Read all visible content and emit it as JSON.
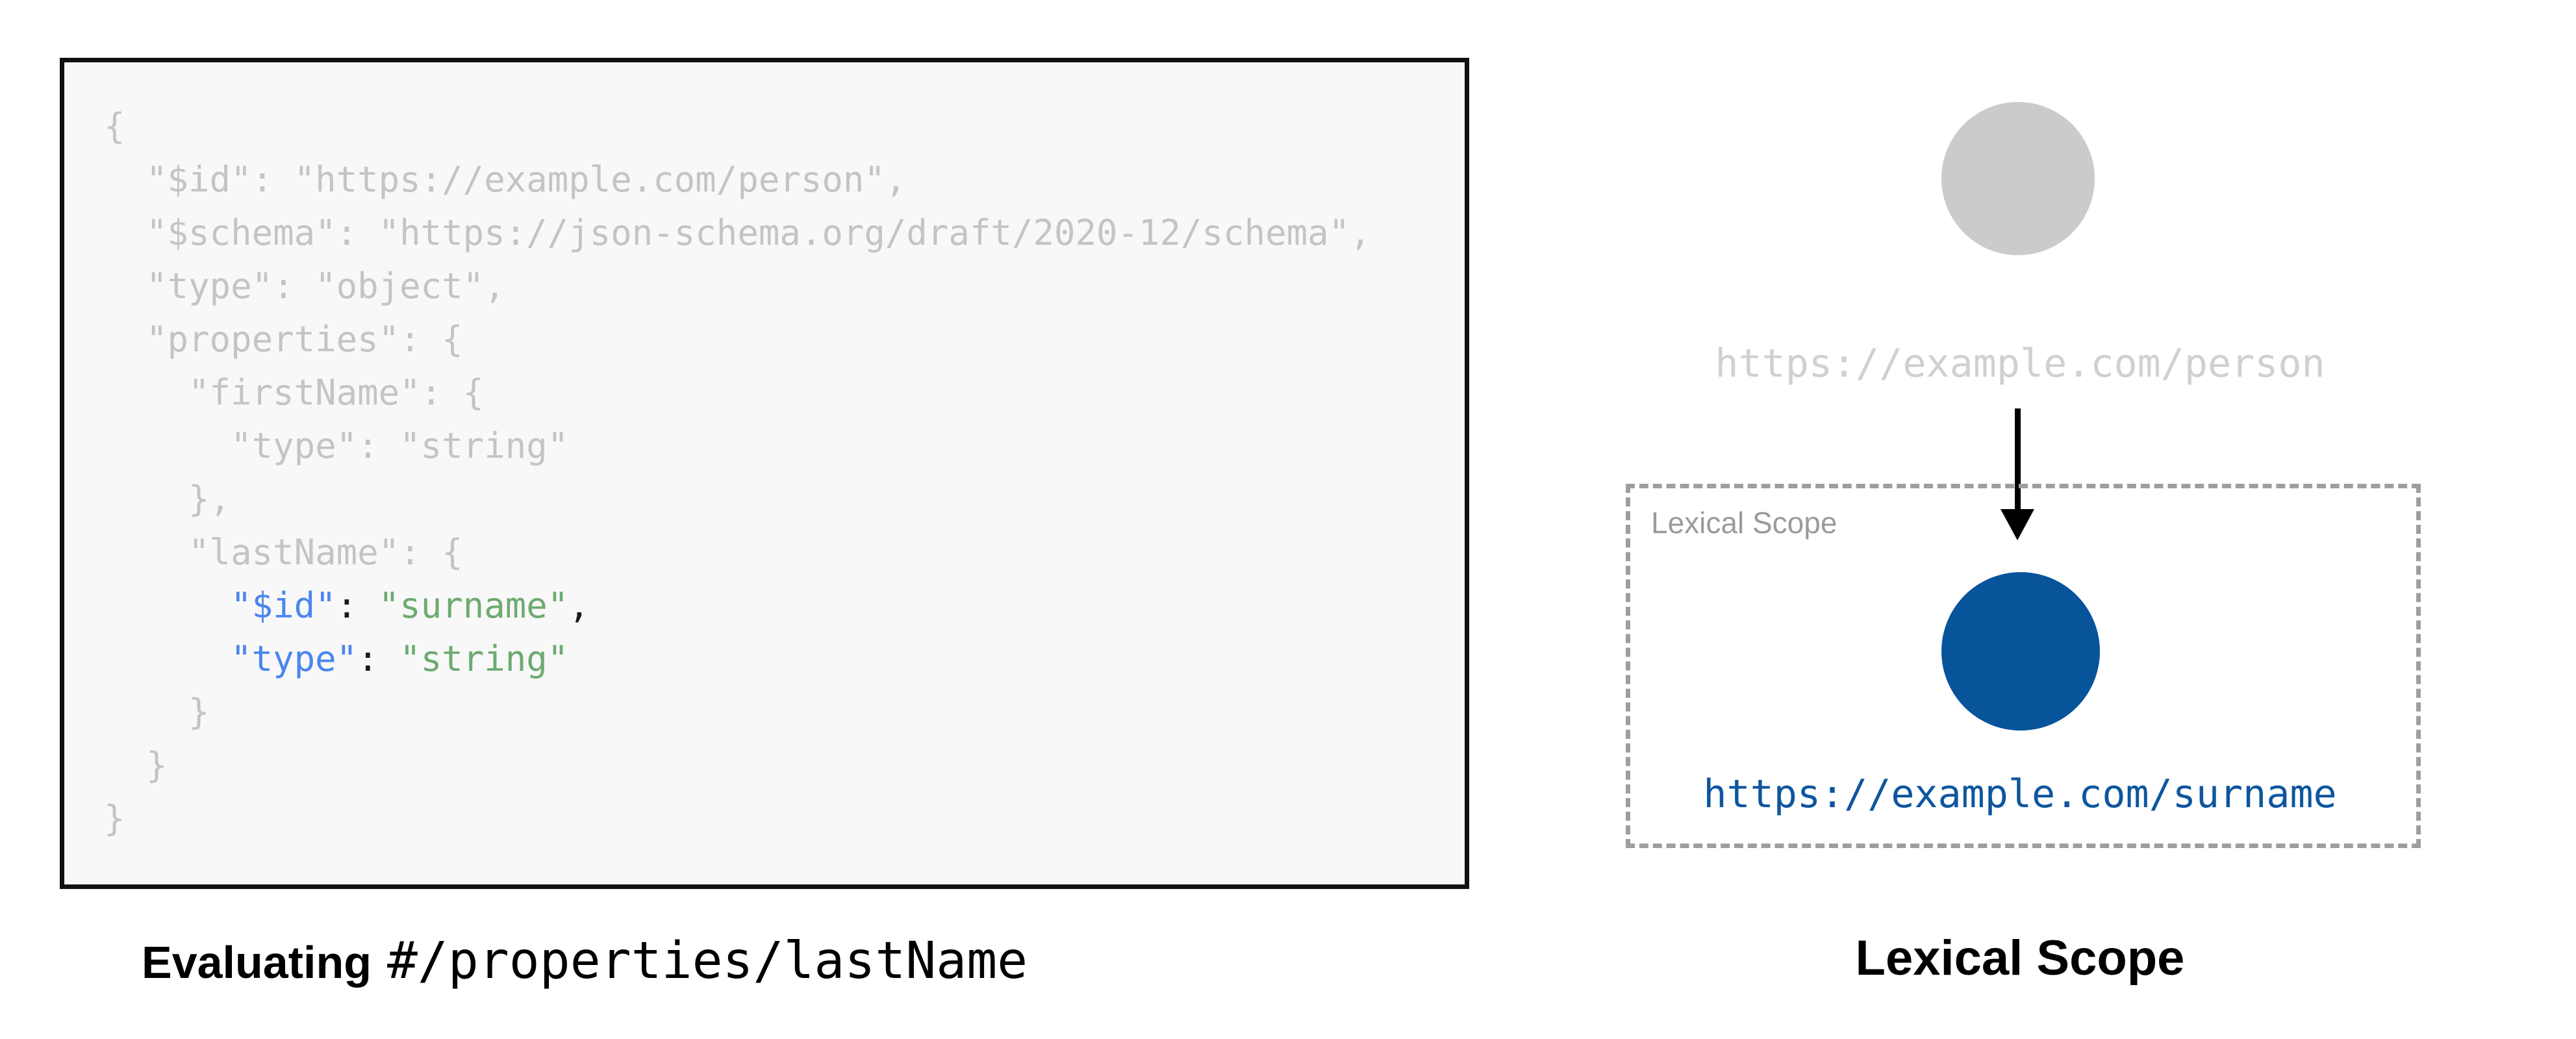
{
  "left": {
    "caption_bold": "Evaluating",
    "caption_mono": "#/properties/lastName",
    "code_lines": [
      [
        {
          "t": "{",
          "c": "dim"
        }
      ],
      [
        {
          "t": "  \"$id\": \"https://example.com/person\",",
          "c": "dim"
        }
      ],
      [
        {
          "t": "  \"$schema\": \"https://json-schema.org/draft/2020-12/schema\",",
          "c": "dim"
        }
      ],
      [
        {
          "t": "  \"type\": \"object\",",
          "c": "dim"
        }
      ],
      [
        {
          "t": "  \"properties\": {",
          "c": "dim"
        }
      ],
      [
        {
          "t": "    \"firstName\": {",
          "c": "dim"
        }
      ],
      [
        {
          "t": "      \"type\": \"string\"",
          "c": "dim"
        }
      ],
      [
        {
          "t": "    },",
          "c": "dim"
        }
      ],
      [
        {
          "t": "    \"lastName\": {",
          "c": "dim"
        }
      ],
      [
        {
          "t": "      ",
          "c": "dim"
        },
        {
          "t": "\"$id\"",
          "c": "key"
        },
        {
          "t": ": ",
          "c": "pun"
        },
        {
          "t": "\"surname\"",
          "c": "str"
        },
        {
          "t": ",",
          "c": "pun"
        }
      ],
      [
        {
          "t": "      ",
          "c": "dim"
        },
        {
          "t": "\"type\"",
          "c": "key"
        },
        {
          "t": ": ",
          "c": "pun"
        },
        {
          "t": "\"string\"",
          "c": "str"
        }
      ],
      [
        {
          "t": "    }",
          "c": "dim"
        }
      ],
      [
        {
          "t": "  }",
          "c": "dim"
        }
      ],
      [
        {
          "t": "}",
          "c": "dim"
        }
      ]
    ]
  },
  "right": {
    "parent_node_label": "https://example.com/person",
    "scope_box_label": "Lexical Scope",
    "child_node_label": "https://example.com/surname",
    "caption": "Lexical Scope"
  },
  "colors": {
    "code_dim": "#c4c4c4",
    "code_key_blue": "#4a86f0",
    "code_string_green": "#6dab70",
    "code_punct": "#1a1a1a",
    "node_gray": "#cbcbcb",
    "node_blue": "#07549b",
    "label_gray": "#d0d0d0",
    "link_blue": "#0e569e",
    "scope_border_gray": "#9e9e9e",
    "scope_label_gray": "#9b9b9b"
  }
}
